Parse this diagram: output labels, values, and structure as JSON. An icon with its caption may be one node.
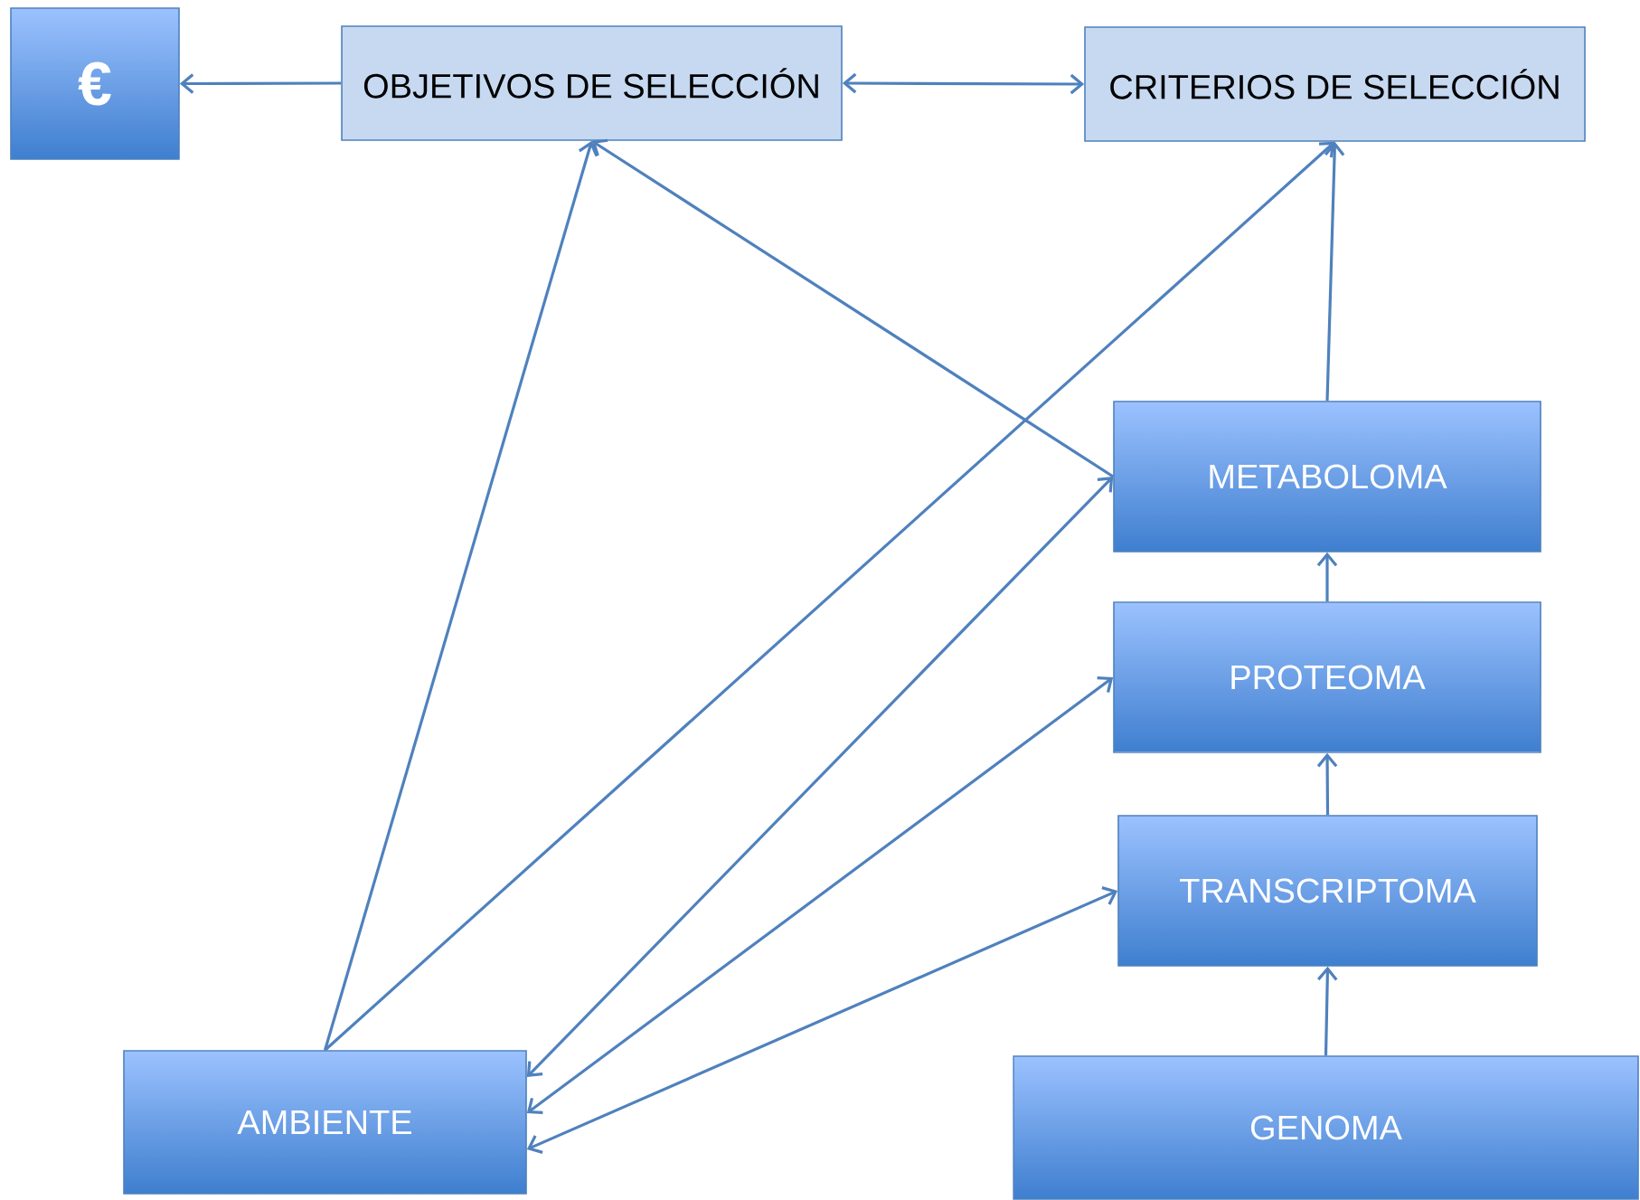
{
  "diagram": {
    "nodes": [
      {
        "text": [
          "€"
        ]
      },
      {
        "text": [
          "OBJETIVOS DE SELECCIÓN"
        ]
      },
      {
        "text": [
          "CRITERIOS DE SELECCIÓN"
        ]
      },
      {
        "text": [
          "METABOLOMA"
        ]
      },
      {
        "text": [
          "PROTEOMA"
        ]
      },
      {
        "text": [
          "TRANSCRIPTOMA"
        ]
      },
      {
        "text": [
          "AMBIENTE"
        ]
      },
      {
        "text": [
          "GENOMA"
        ]
      }
    ],
    "edges": [
      {
        "from": 1,
        "to": 0,
        "arrow": "to"
      },
      {
        "from": 1,
        "to": 2,
        "arrow": "both"
      },
      {
        "from": 6,
        "to": 1,
        "arrow": "to"
      },
      {
        "from": 3,
        "to": 1,
        "arrow": "to"
      },
      {
        "from": 6,
        "to": 2,
        "arrow": "to"
      },
      {
        "from": 3,
        "to": 2,
        "arrow": "to"
      },
      {
        "from": 6,
        "to": 3,
        "arrow": "both"
      },
      {
        "from": 6,
        "to": 4,
        "arrow": "both"
      },
      {
        "from": 6,
        "to": 5,
        "arrow": "both"
      },
      {
        "from": 4,
        "to": 3,
        "arrow": "to"
      },
      {
        "from": 5,
        "to": 4,
        "arrow": "to"
      },
      {
        "from": 7,
        "to": 5,
        "arrow": "to"
      }
    ]
  }
}
